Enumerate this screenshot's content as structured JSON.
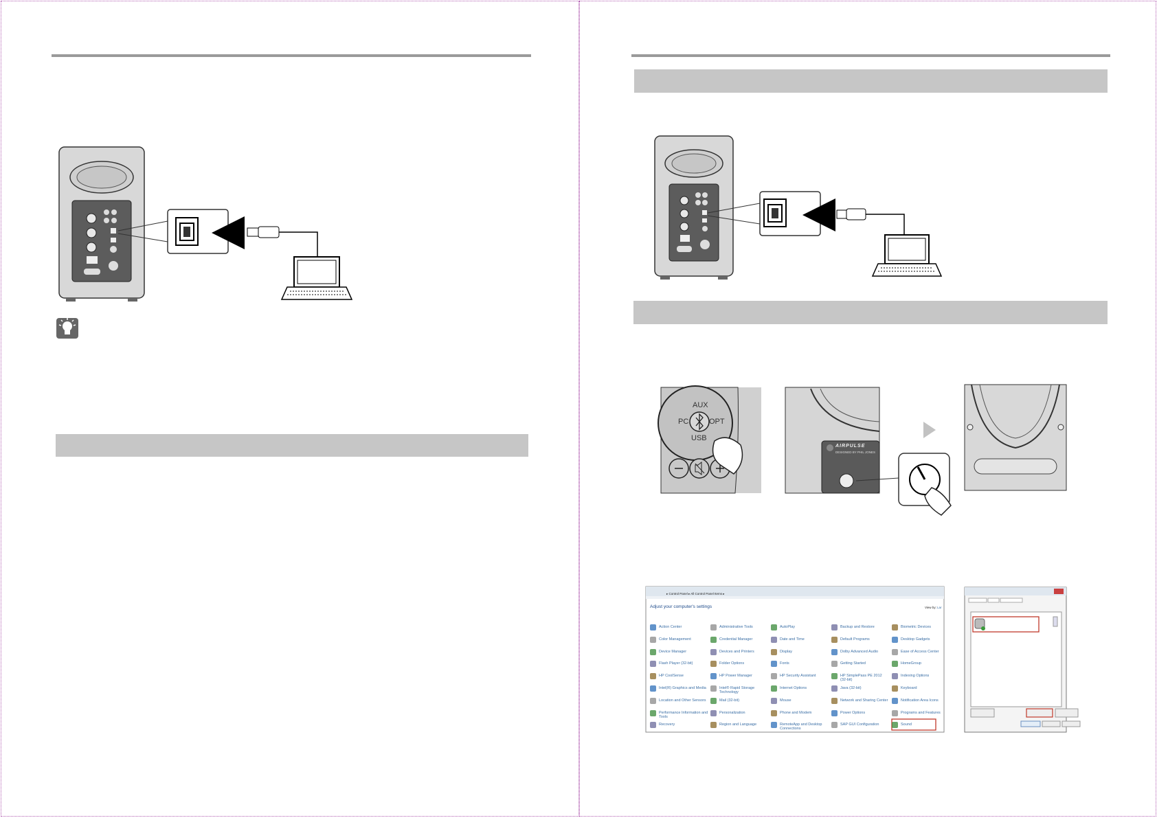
{
  "usb_closeup": {
    "selector_labels": [
      "AUX",
      "PC",
      "OPT",
      "USB"
    ]
  },
  "speaker_brand": {
    "logo_text": "AIRPULSE",
    "subtitle": "DESIGNED BY PHIL JONES"
  },
  "control_panel": {
    "breadcrumb": "▸ Control Panel ▸ All Control Panel Items ▸",
    "heading": "Adjust your computer's settings",
    "view_by": "View by:",
    "view_mode": "Lar",
    "items": [
      [
        "Action Center",
        "Administrative Tools",
        "AutoPlay",
        "Backup and Restore",
        "Biometric Devices"
      ],
      [
        "Color Management",
        "Credential Manager",
        "Date and Time",
        "Default Programs",
        "Desktop Gadgets"
      ],
      [
        "Device Manager",
        "Devices and Printers",
        "Display",
        "Dolby Advanced Audio",
        "Ease of Access Center"
      ],
      [
        "Flash Player (32-bit)",
        "Folder Options",
        "Fonts",
        "Getting Started",
        "HomeGroup"
      ],
      [
        "HP CoolSense",
        "HP Power Manager",
        "HP Security Assistant",
        "HP SimplePass PE 2012 (32-bit)",
        "Indexing Options"
      ],
      [
        "Intel(R) Graphics and Media",
        "Intel® Rapid Storage Technology",
        "Internet Options",
        "Java (32-bit)",
        "Keyboard"
      ],
      [
        "Location and Other Sensors",
        "Mail (32-bit)",
        "Mouse",
        "Network and Sharing Center",
        "Notification Area Icons"
      ],
      [
        "Performance Information and Tools",
        "Personalization",
        "Phone and Modem",
        "Power Options",
        "Programs and Features"
      ],
      [
        "Recovery",
        "Region and Language",
        "RemoteApp and Desktop Connections",
        "SAP GUI Configuration",
        "Sound"
      ]
    ],
    "highlighted_item": "Sound"
  },
  "colors": {
    "band": "#c6c6c6",
    "rule": "#9a9a9a",
    "speaker_body": "#d8d8d8",
    "speaker_panel": "#5c5c5c",
    "highlight": "#c0392b",
    "dotted_border": "#b05ab0"
  }
}
